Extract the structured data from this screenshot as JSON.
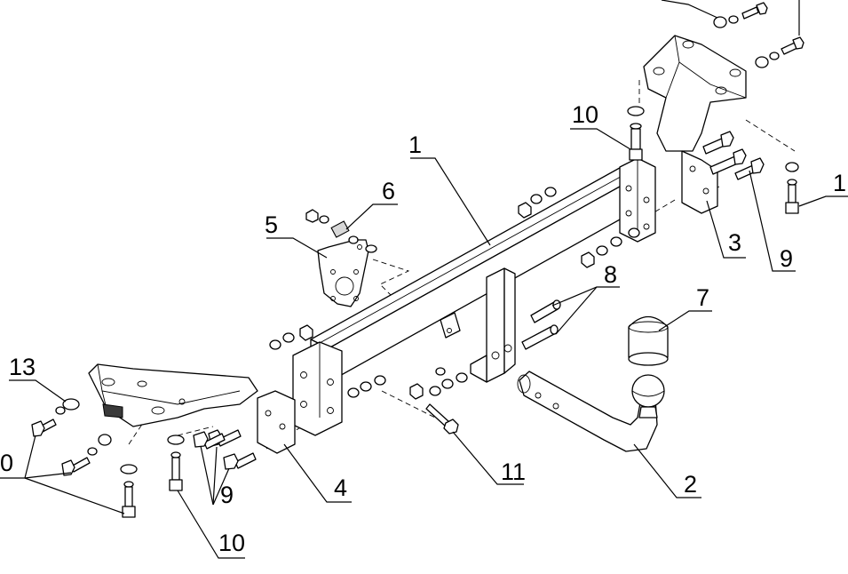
{
  "callouts": [
    {
      "id": "cross-beam",
      "label": "1"
    },
    {
      "id": "bolt-right",
      "label": "1"
    },
    {
      "id": "tow-ball",
      "label": "2"
    },
    {
      "id": "right-plate",
      "label": "3"
    },
    {
      "id": "left-plate",
      "label": "4"
    },
    {
      "id": "socket-plate",
      "label": "5"
    },
    {
      "id": "socket-fasteners",
      "label": "6"
    },
    {
      "id": "ball-cover",
      "label": "7"
    },
    {
      "id": "pins",
      "label": "8"
    },
    {
      "id": "bolts-right",
      "label": "9"
    },
    {
      "id": "bolts-left",
      "label": "9"
    },
    {
      "id": "bolt-top",
      "label": "10"
    },
    {
      "id": "bolt-bottom",
      "label": "10"
    },
    {
      "id": "bolts-far-left",
      "label": "0"
    },
    {
      "id": "center-bolt",
      "label": "11"
    },
    {
      "id": "washer-left",
      "label": "13"
    }
  ]
}
